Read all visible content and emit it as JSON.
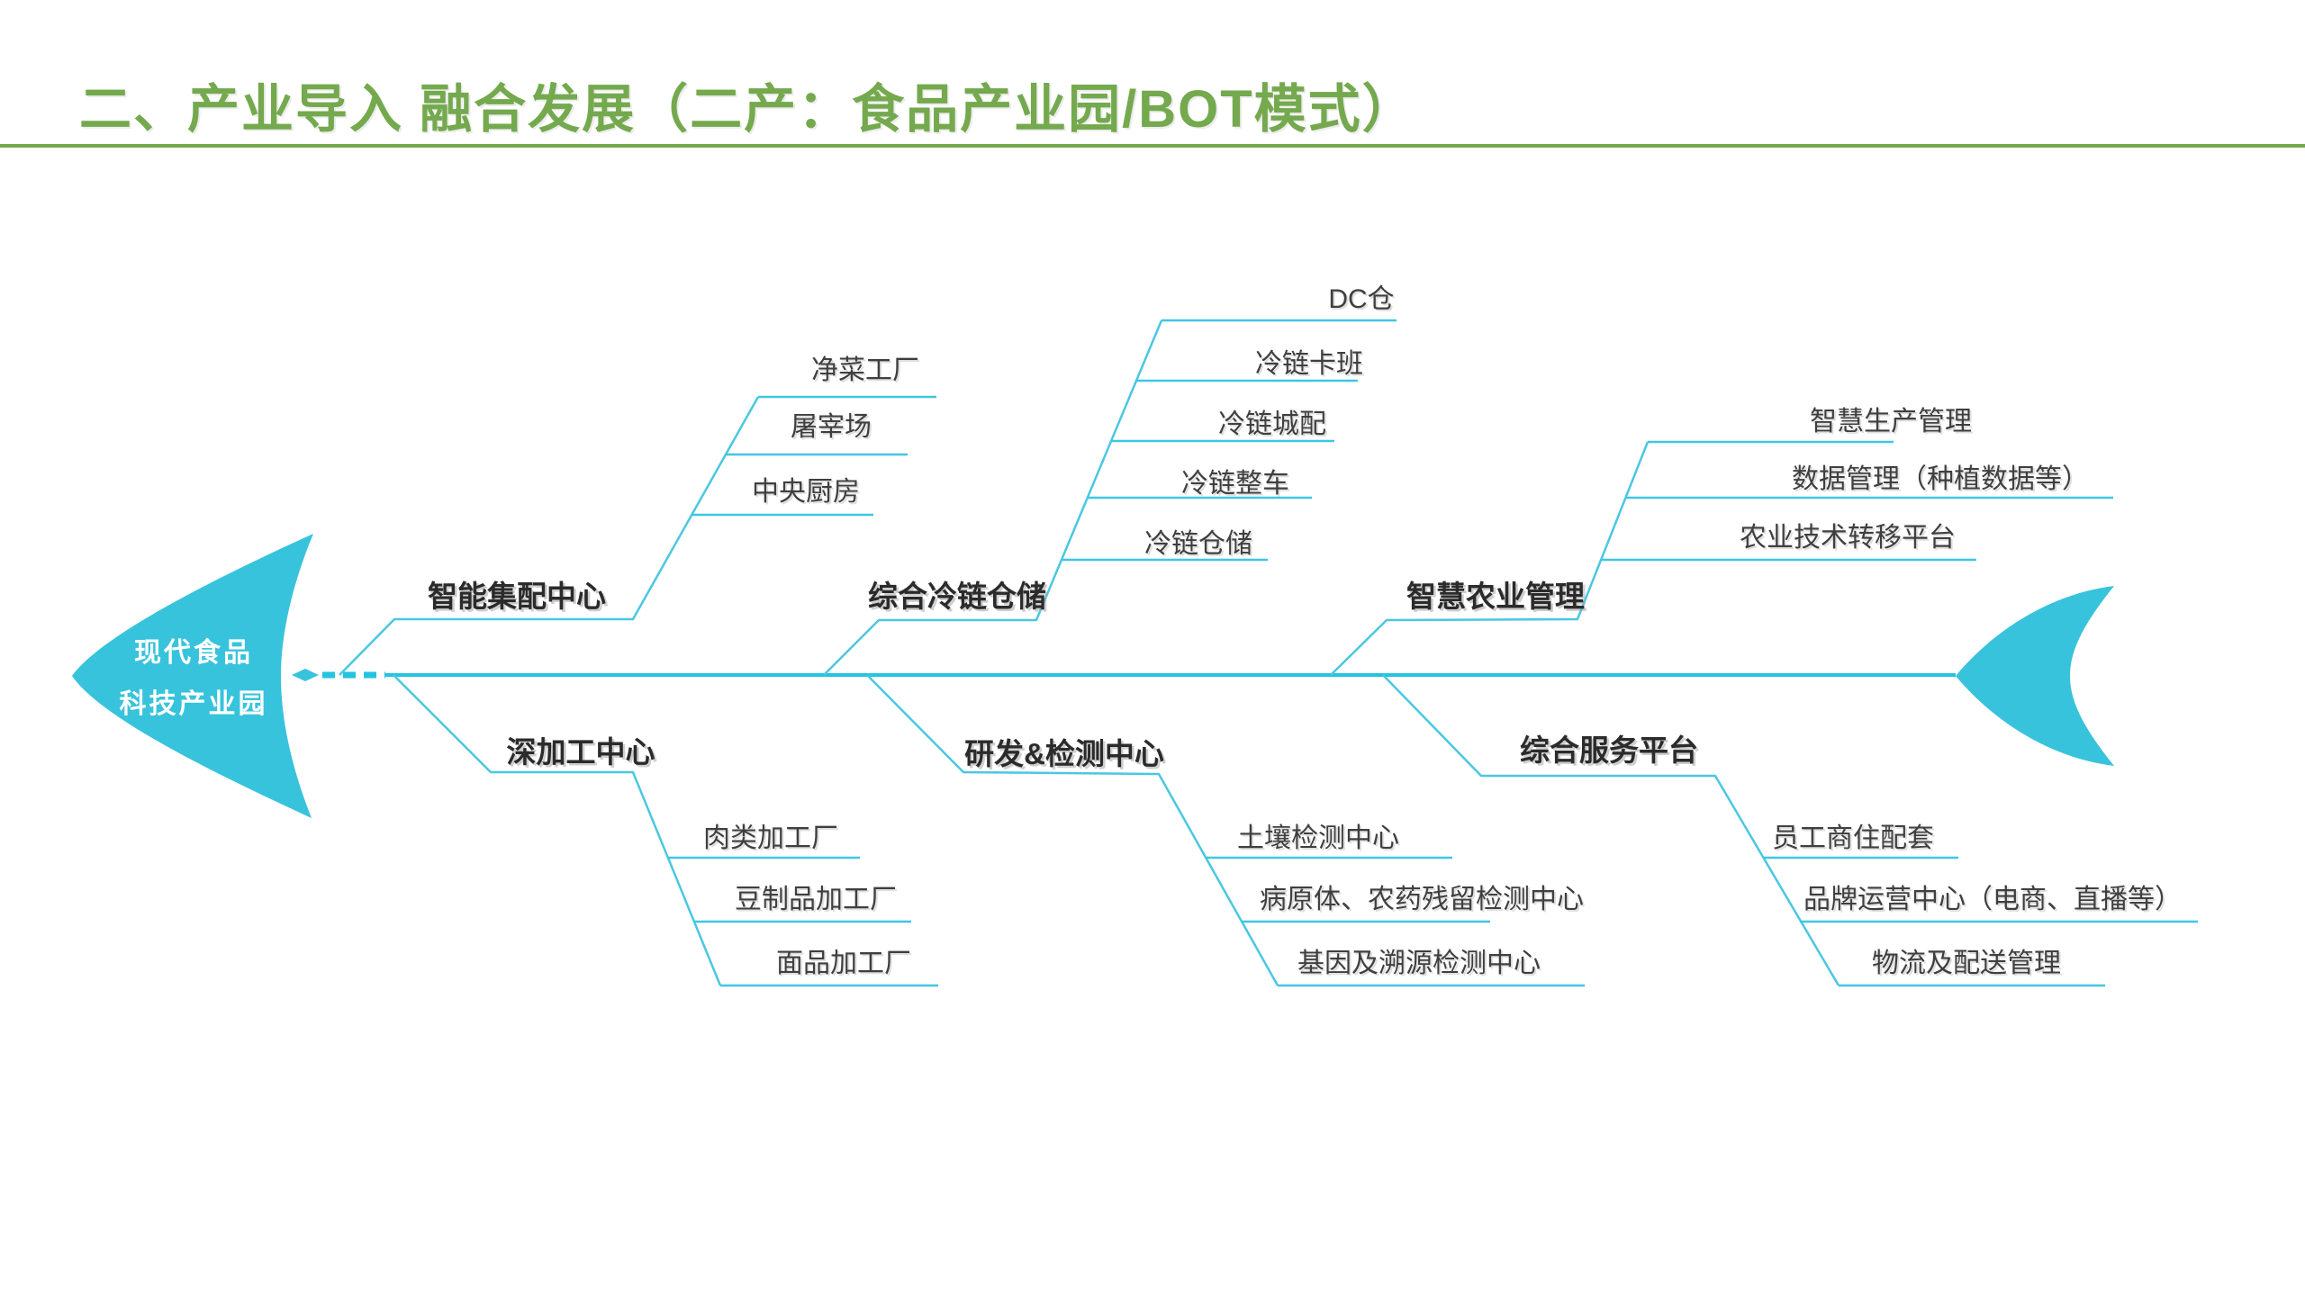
{
  "title": "二、产业导入 融合发展（二产：食品产业园/BOT模式）",
  "fish_head": {
    "line1": "现代食品",
    "line2": "科技产业园"
  },
  "colors": {
    "title_green": "#74A94E",
    "fish_fill_cyan": "#38C3DC",
    "spine_cyan": "#25C3DF",
    "branch_cyan": "#4AC7E2",
    "label_dark": "#2b2b2b",
    "sublabel_gray": "#3f3f3f",
    "head_text_white": "#ffffff"
  },
  "branches": {
    "top": [
      {
        "label": "智能集配中心",
        "items": [
          "净菜工厂",
          "屠宰场",
          "中央厨房"
        ]
      },
      {
        "label": "综合冷链仓储",
        "items": [
          "DC仓",
          "冷链卡班",
          "冷链城配",
          "冷链整车",
          "冷链仓储"
        ]
      },
      {
        "label": "智慧农业管理",
        "items": [
          "智慧生产管理",
          "数据管理（种植数据等）",
          "农业技术转移平台"
        ]
      }
    ],
    "bottom": [
      {
        "label": "深加工中心",
        "items": [
          "肉类加工厂",
          "豆制品加工厂",
          "面品加工厂"
        ]
      },
      {
        "label": "研发&检测中心",
        "items": [
          "土壤检测中心",
          "病原体、农药残留检测中心",
          "基因及溯源检测中心"
        ]
      },
      {
        "label": "综合服务平台",
        "items": [
          "员工商住配套",
          "品牌运营中心（电商、直播等）",
          "物流及配送管理"
        ]
      }
    ]
  }
}
